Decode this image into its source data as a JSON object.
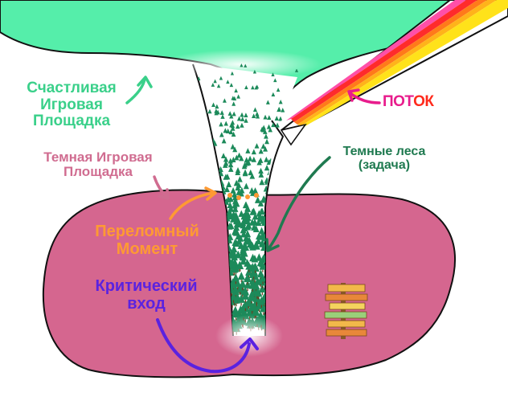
{
  "labels": {
    "happy_playground": [
      "Счастливая",
      "Игровая",
      "Площадка"
    ],
    "dark_playground": [
      "Темная Игровая",
      "Площадка"
    ],
    "flow": {
      "main": "ПОТ",
      "tail": "ОК"
    },
    "dark_forest": [
      "Темные леса",
      "(задача)"
    ],
    "turning_point": [
      "Переломный",
      "Момент"
    ],
    "critical_entry": [
      "Критический",
      "вход"
    ]
  },
  "colors": {
    "happy_area": "#55eeaa",
    "dark_area": "#d5668f",
    "happy_text": "#3ad08a",
    "dark_playground_text": "#d06c90",
    "forest_text": "#1f7a50",
    "turning_text": "#ff9a33",
    "critical_text": "#5a22e0",
    "flow_text": "#e81c8c",
    "tree": "#1c8a5a",
    "rainbow": [
      "#ff2b2b",
      "#ff7a1a",
      "#ffb31a",
      "#ffe21a",
      "#ff4fa8"
    ]
  },
  "icons": {
    "signpost": "signpost-icon",
    "trees": "tree-icon"
  }
}
